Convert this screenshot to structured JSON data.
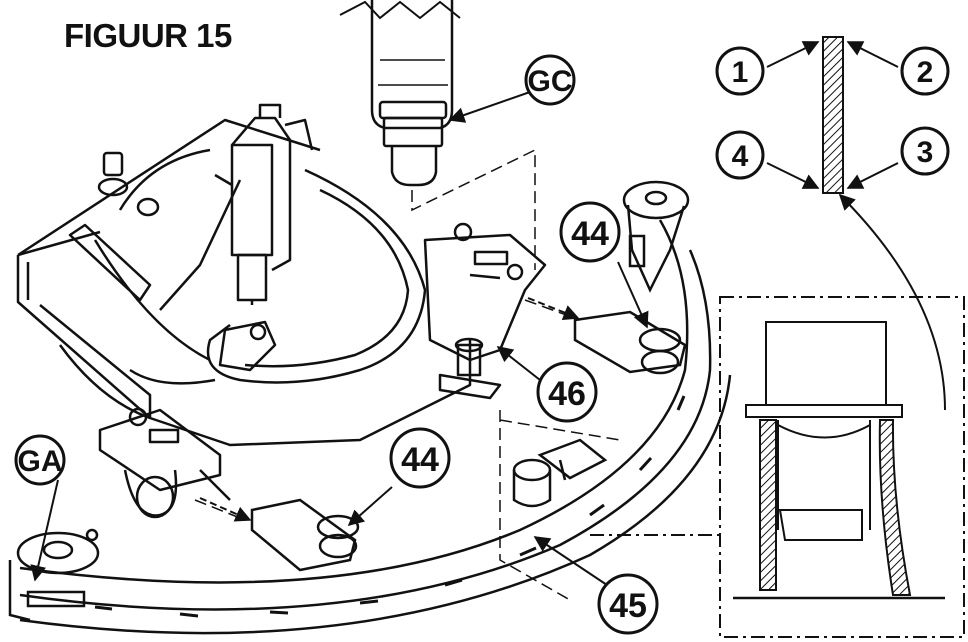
{
  "figure": {
    "title": "FIGUUR 15"
  },
  "callouts": {
    "gc": "GC",
    "ga": "GA",
    "c44a": "44",
    "c44b": "44",
    "c45": "45",
    "c46": "46",
    "c1": "1",
    "c2": "2",
    "c3": "3",
    "c4": "4"
  },
  "colors": {
    "line": "#111111",
    "background": "#ffffff"
  }
}
